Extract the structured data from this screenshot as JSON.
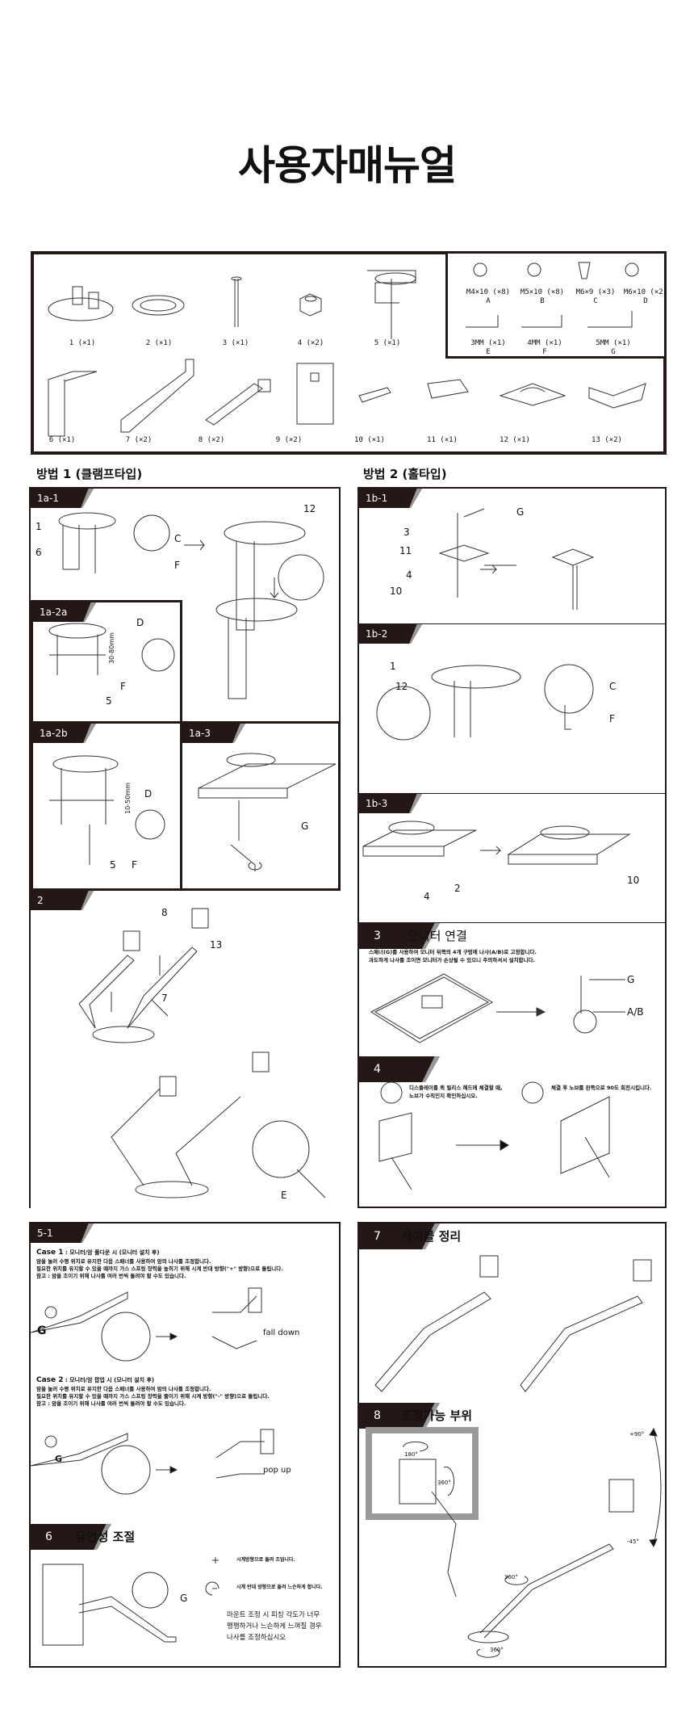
{
  "title": "사용자매뉴얼",
  "parts": [
    {
      "label": "1 (×1)"
    },
    {
      "label": "2 (×1)"
    },
    {
      "label": "3 (×1)"
    },
    {
      "label": "4 (×2)"
    },
    {
      "label": "5 (×1)"
    },
    {
      "label": "6 (×1)"
    },
    {
      "label": "7 (×2)"
    },
    {
      "label": "8 (×2)"
    },
    {
      "label": "9 (×2)"
    },
    {
      "label": "10 (×1)"
    },
    {
      "label": "11 (×1)"
    },
    {
      "label": "12 (×1)"
    },
    {
      "label": "13 (×2)"
    }
  ],
  "hardware": [
    {
      "size": "M4×10 (×8)",
      "code": "A"
    },
    {
      "size": "M5×10 (×8)",
      "code": "B"
    },
    {
      "size": "M6×9 (×3)",
      "code": "C"
    },
    {
      "size": "M6×10 (×2)",
      "code": "D"
    },
    {
      "size": "3MM (×1)",
      "code": "E"
    },
    {
      "size": "4MM (×1)",
      "code": "F"
    },
    {
      "size": "5MM (×1)",
      "code": "G"
    }
  ],
  "method1": {
    "heading": "방법 1 (클램프타입)",
    "steps": {
      "s1a1": "1a-1",
      "s1a2a": "1a-2a",
      "s1a2b": "1a-2b",
      "s1a3": "1a-3",
      "s2": "2"
    },
    "callouts": {
      "c1": "1",
      "c6": "6",
      "cC": "C",
      "cF": "F",
      "c12": "12",
      "cD": "D",
      "cRange": "30-80mm",
      "c5": "5",
      "cF2": "F",
      "cD2": "D",
      "cRange2": "10-50mm",
      "c5b": "5",
      "cF3": "F",
      "cG": "G",
      "c8": "8",
      "c13": "13",
      "c7": "7",
      "cE": "E"
    }
  },
  "method2": {
    "heading": "방법 2 (홀타입)",
    "steps": {
      "s1b1": "1b-1",
      "s1b2": "1b-2",
      "s1b3": "1b-3"
    },
    "callouts": {
      "c3": "3",
      "c11": "11",
      "c4": "4",
      "c10": "10",
      "cG": "G",
      "c1": "1",
      "c12": "12",
      "cC": "C",
      "cF": "F",
      "c2": "2",
      "c4b": "4",
      "c10b": "10"
    }
  },
  "step3": {
    "num": "3",
    "title": "모니터 연결",
    "lines": [
      "스패너(G)를 사용하여 모니터 뒤쪽의 4개 구멍에 나사(A/B)로 고정합니다.",
      "과도하게 나사를 조이면 모니터가 손상될 수 있으니 주의하셔서 설치합니다."
    ],
    "cG": "G",
    "cAB": "A/B"
  },
  "step4": {
    "num": "4",
    "left": [
      "디스플레이를 퀵 릴리스 헤드에 체결할 때,",
      "노브가 수직인지 확인하십시오."
    ],
    "right": "체결 후 노브를 왼쪽으로 90도 회전시킵니다."
  },
  "step51": {
    "num": "5-1",
    "case1": {
      "head": "Case 1",
      "sub": " : 모니터/암 폴다운 시 (모니터 설치 후)",
      "lines": [
        "암을 눌러 수평 위치로 유지한 다음 스패너를 사용하여 암의 나사를 조정합니다.",
        "필요한 위치를 유지할 수 있을 때까지 가스 스프링 장력을 높히기 위해 시계 반대 방향(\"+\" 방향)으로 돌립니다.",
        "참고 : 암을 조이기 위해 나사를 여러 번씩 돌려야 할 수도 있습니다."
      ],
      "effect": "fall down",
      "cG": "G"
    },
    "case2": {
      "head": "Case 2",
      "sub": " : 모니터/암 팝업 시 (모니터 설치 후)",
      "lines": [
        "암을 눌러 수평 위치로 유지한 다음 스패너를 사용하여 암의 나사를 조정합니다.",
        "필요한 위치를 유지할 수 있을 때까지 가스 스프링 장력을 줄이기 위해 시계 방향(\"-\" 방향)으로 돌립니다.",
        "참고 : 암을 조이기 위해 나사를 여러 번씩 돌려야 할 수도 있습니다."
      ],
      "effect": "pop up",
      "cG": "G"
    }
  },
  "step6": {
    "num": "6",
    "title": "유연성 조절",
    "plus": "시계방향으로 돌려 조입니다.",
    "minus": "시계 반대 방향으로 돌려 느슨하게 합니다.",
    "note": [
      "마운트 조정 시 피칭 각도가 너무",
      "팽팽하거나 느슨하게 느껴질 경우",
      "나사를 조정하십시오"
    ],
    "cG": "G"
  },
  "step7": {
    "num": "7",
    "title": "케이블 정리"
  },
  "step8": {
    "num": "8",
    "title": "조정가능 부위",
    "a180": "180°",
    "a360": "360°",
    "up": "+90°",
    "down": "-45°",
    "b360": "360°",
    "c360": "360°"
  }
}
